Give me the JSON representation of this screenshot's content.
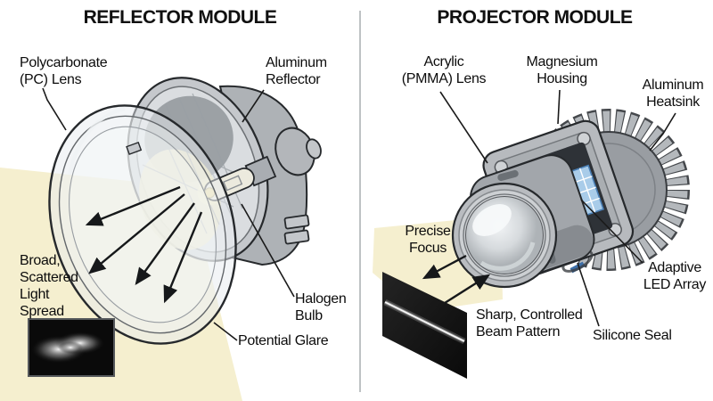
{
  "colors": {
    "beam": "#f4edca",
    "beam_glow": "#f0e7ba",
    "led_blue": "#a9cce9",
    "led_border": "#4a7fb5",
    "accent_blue": "#3d6fa8",
    "divider": "#a9adb1"
  },
  "reflector_module": {
    "title": "REFLECTOR MODULE",
    "labels": {
      "pc_lens": "Polycarbonate\n(PC) Lens",
      "aluminum_reflector": "Aluminum\nReflector",
      "broad_spread": "Broad,\nScattered\nLight\nSpread",
      "halogen_bulb": "Halogen\nBulb",
      "potential_glare": "Potential Glare"
    }
  },
  "projector_module": {
    "title": "PROJECTOR MODULE",
    "labels": {
      "pmma_lens": "Acrylic\n(PMMA) Lens",
      "magnesium_housing": "Magnesium\nHousing",
      "aluminum_heatsink": "Aluminum\nHeatsink",
      "precise_focus": "Precise\nFocus",
      "adaptive_led": "Adaptive\nLED Array",
      "sharp_beam": "Sharp, Controlled\nBeam Pattern",
      "silicone_seal": "Silicone Seal"
    }
  }
}
